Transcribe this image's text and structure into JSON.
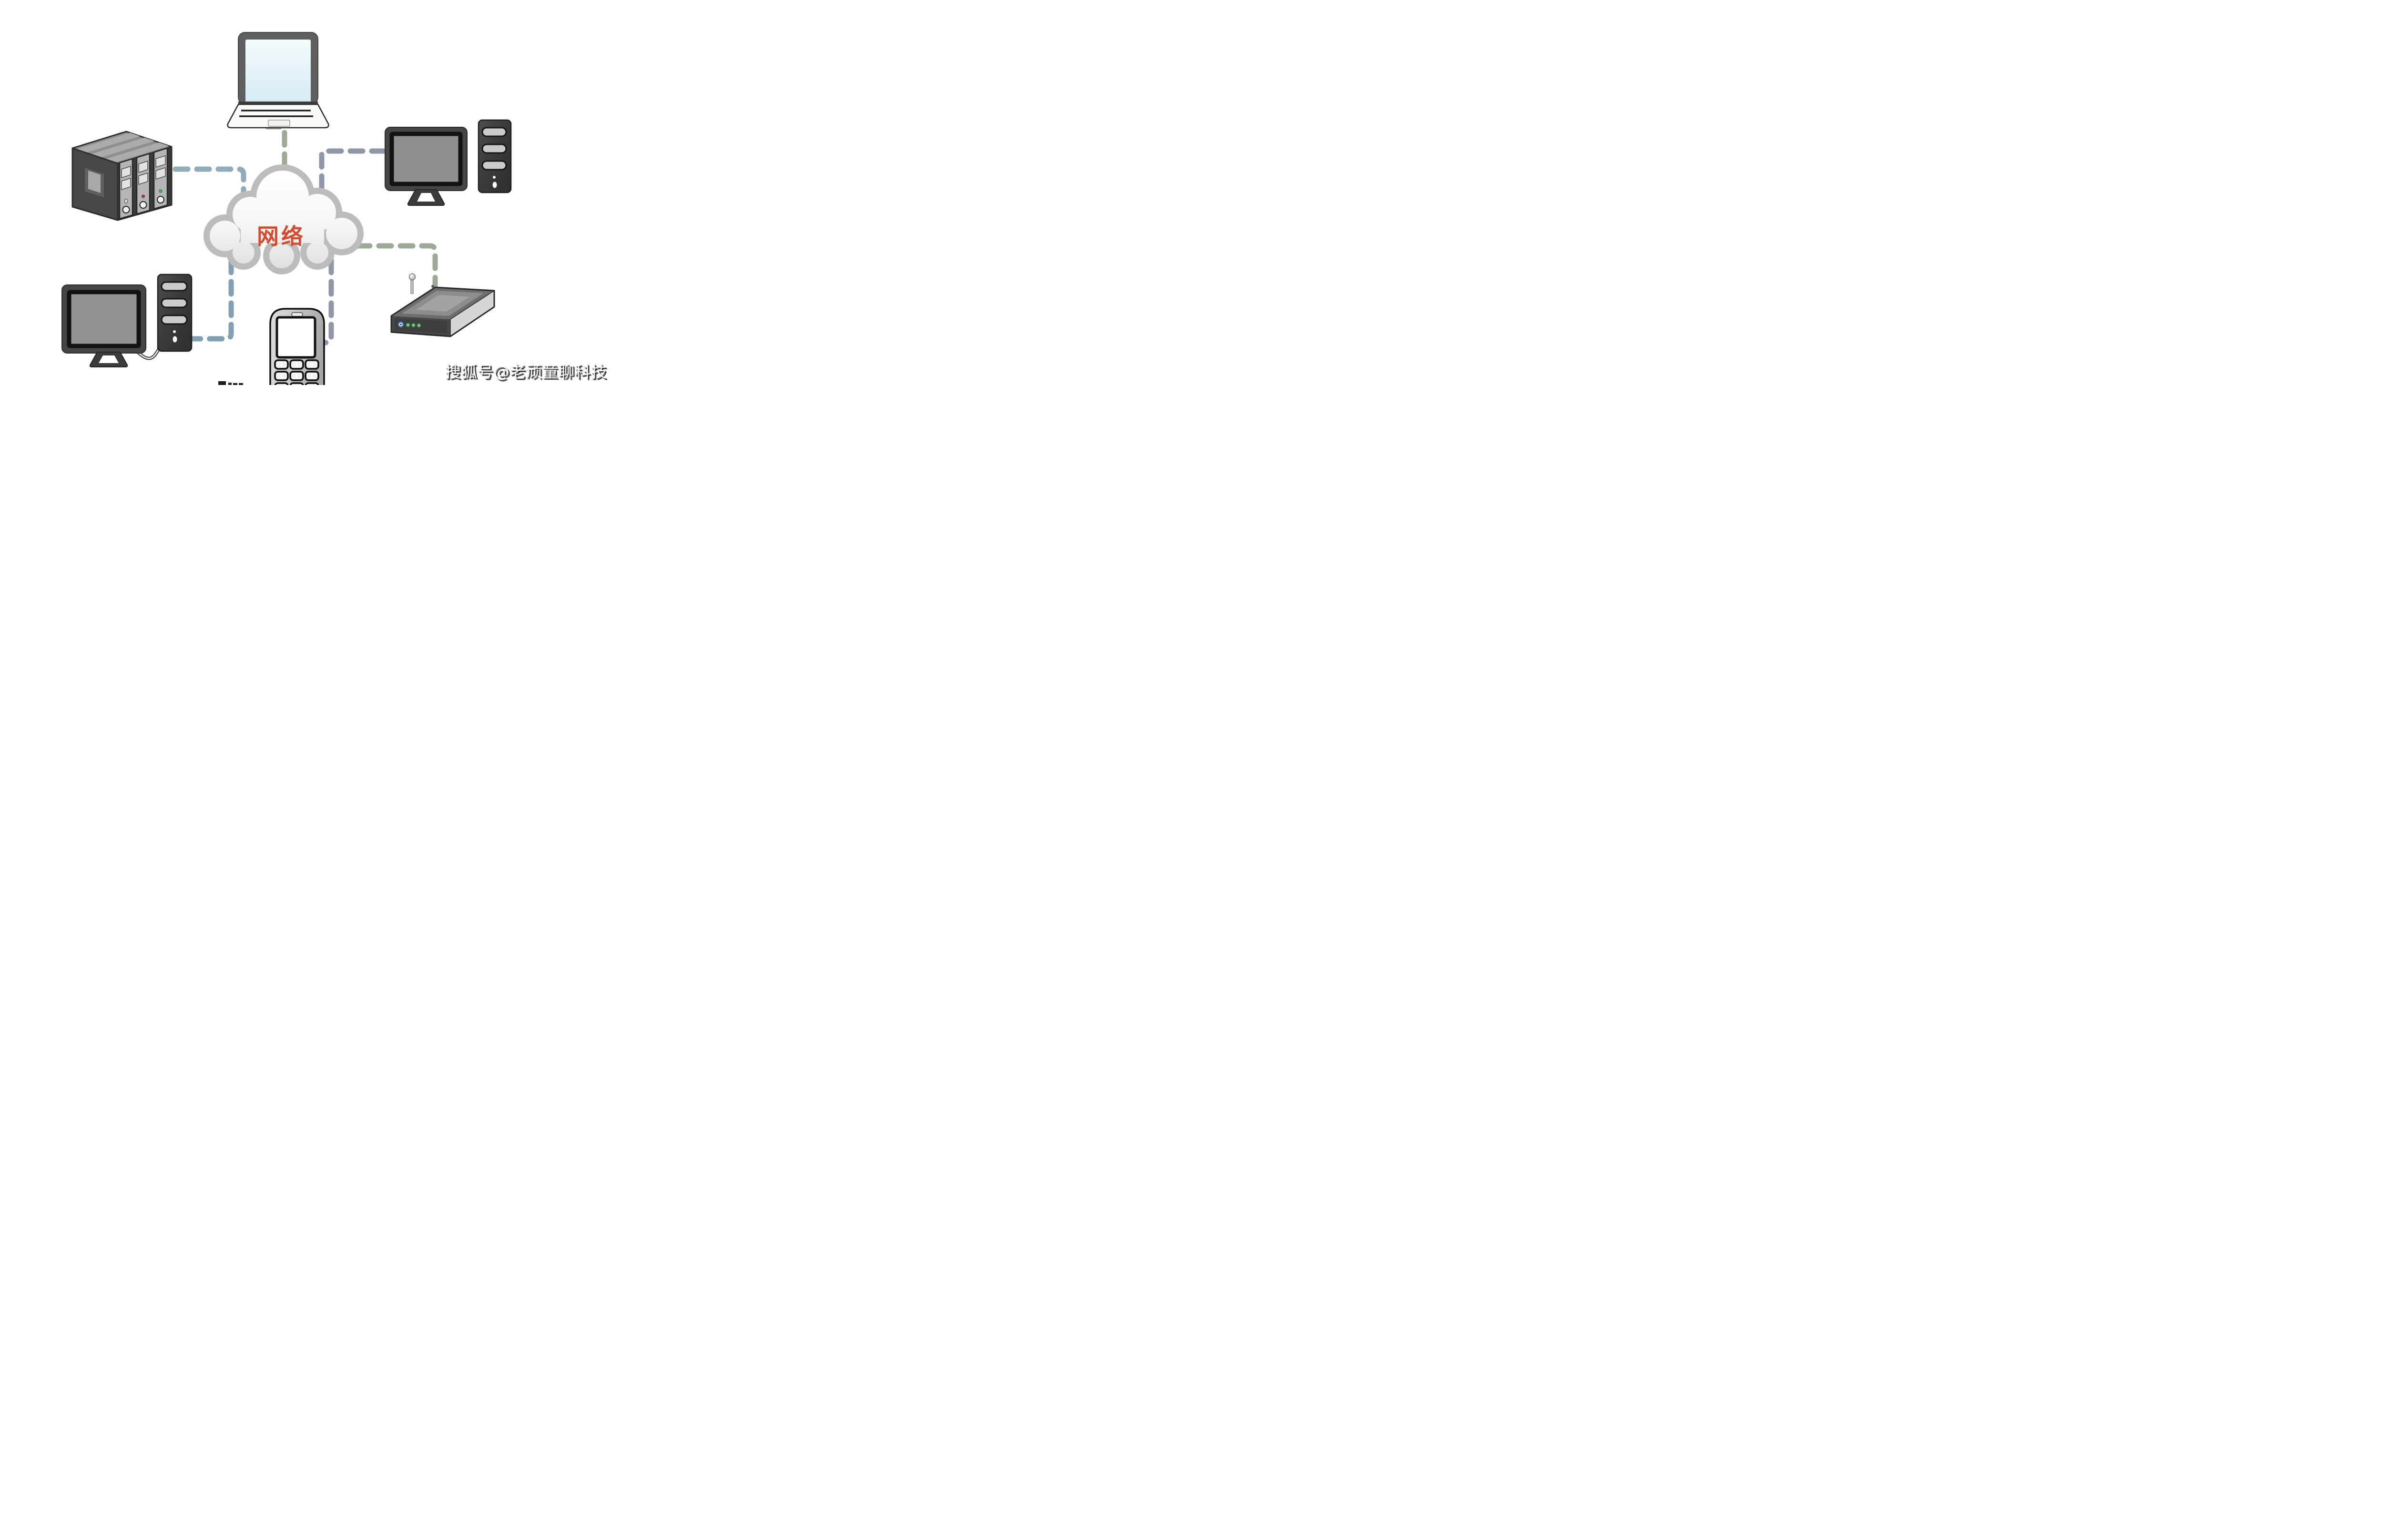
{
  "cloud": {
    "label": "网络",
    "label_color": "#d7492d",
    "rim_color": "#bcbcbc",
    "fill_top": "#ffffff",
    "fill_bottom": "#dedede"
  },
  "devices": [
    {
      "icon": "laptop-icon",
      "position": "top-center"
    },
    {
      "icon": "server-rack-icon",
      "position": "left"
    },
    {
      "icon": "desktop-pc-icon",
      "position": "right"
    },
    {
      "icon": "desktop-pc-icon",
      "position": "bottom-left"
    },
    {
      "icon": "mobile-phone-icon",
      "position": "bottom-center"
    },
    {
      "icon": "wireless-router-icon",
      "position": "bottom-right"
    }
  ],
  "connections": [
    {
      "from": "laptop",
      "to": "cloud",
      "style": "dashed",
      "color": "#9cab97"
    },
    {
      "from": "server",
      "to": "cloud",
      "style": "dashed",
      "color": "#8fabbc"
    },
    {
      "from": "desktop-right",
      "to": "cloud",
      "style": "dashed",
      "color": "#8f97a9"
    },
    {
      "from": "desktop-left",
      "to": "cloud",
      "style": "dashed",
      "color": "#7fa0b5"
    },
    {
      "from": "phone",
      "to": "cloud",
      "style": "dashed",
      "color": "#8f97a9"
    },
    {
      "from": "router",
      "to": "cloud",
      "style": "dashed",
      "color": "#9cab97"
    }
  ],
  "watermark": {
    "text": "搜狐号@老顽童聊科技",
    "color": "#ffffff",
    "shadow_color": "#1a1a1a"
  }
}
